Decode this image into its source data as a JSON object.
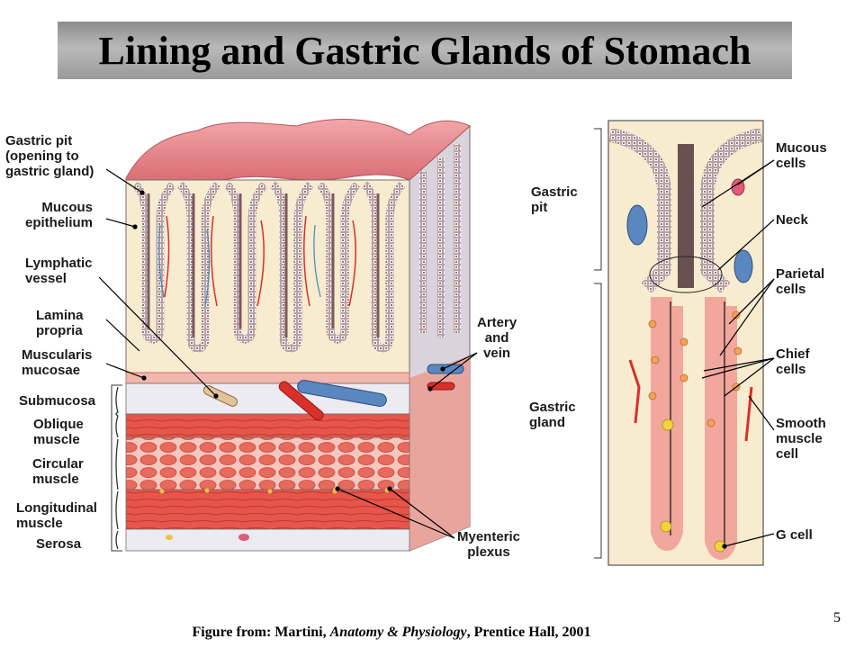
{
  "title": "Lining and Gastric Glands of Stomach",
  "left_labels": {
    "gastric_pit": "Gastric pit\n(opening to\ngastric gland)",
    "mucous_epithelium": "Mucous\nepithelium",
    "lymphatic_vessel": "Lymphatic\nvessel",
    "lamina_propria": "Lamina\npropria",
    "muscularis_mucosae": "Muscularis\nmucosae",
    "submucosa": "Submucosa",
    "oblique_muscle": "Oblique\nmuscle",
    "circular_muscle": "Circular\nmuscle",
    "longitudinal_muscle": "Longitudinal\nmuscle",
    "serosa": "Serosa"
  },
  "middle_labels": {
    "artery_and_vein": "Artery\nand\nvein",
    "myenteric_plexus": "Myenteric\nplexus"
  },
  "right_labels": {
    "gastric_pit": "Gastric\npit",
    "gastric_gland": "Gastric\ngland",
    "mucous_cells": "Mucous\ncells",
    "neck": "Neck",
    "parietal_cells": "Parietal\ncells",
    "chief_cells": "Chief\ncells",
    "smooth_muscle_cell": "Smooth\nmuscle\ncell",
    "g_cell": "G cell"
  },
  "caption": {
    "prefix": "Figure from: Martini, ",
    "book": "Anatomy & Physiology",
    "suffix": ", Prentice Hall, 2001"
  },
  "page_number": "5",
  "colors": {
    "mucosa_surface": "#e98a8f",
    "lamina": "#f7eccc",
    "muscle": "#e5554e",
    "submucosa": "#e7e6f0",
    "artery": "#d9302a",
    "vein": "#5a87c0",
    "parietal": "#f6a25a",
    "g_cell": "#f3d33a"
  }
}
